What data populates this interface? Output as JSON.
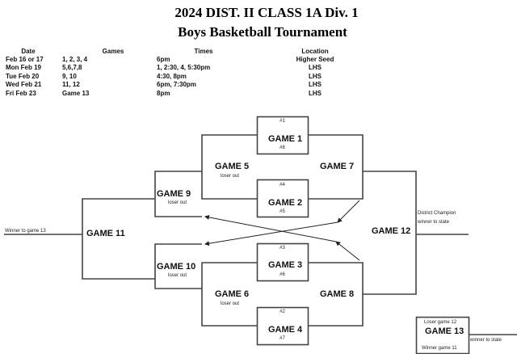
{
  "title": {
    "line1": "2024 DIST. II CLASS 1A Div. 1",
    "line2": "Boys Basketball Tournament"
  },
  "schedule": {
    "headers": {
      "date": "Date",
      "games": "Games",
      "times": "Times",
      "location": "Location"
    },
    "rows": [
      {
        "date": "Feb 16 or 17",
        "games": "1, 2, 3, 4",
        "times": "6pm",
        "location": "Higher Seed"
      },
      {
        "date": "Mon Feb 19",
        "games": "5,6,7,8",
        "times": "1, 2:30, 4, 5:30pm",
        "location": "LHS"
      },
      {
        "date": "Tue Feb 20",
        "games": "9, 10",
        "times": "4:30, 8pm",
        "location": "LHS"
      },
      {
        "date": "Wed Feb 21",
        "games": "11, 12",
        "times": "6pm, 7:30pm",
        "location": "LHS"
      },
      {
        "date": "Fri Feb 23",
        "games": "Game 13",
        "times": "8pm",
        "location": "LHS"
      }
    ]
  },
  "bracket": {
    "game1": {
      "label": "GAME 1",
      "seed_top": "#1",
      "seed_bottom": "#8"
    },
    "game2": {
      "label": "GAME 2",
      "seed_top": "#4",
      "seed_bottom": "#5"
    },
    "game3": {
      "label": "GAME 3",
      "seed_top": "#3",
      "seed_bottom": "#6"
    },
    "game4": {
      "label": "GAME 4",
      "seed_top": "#2",
      "seed_bottom": "#7"
    },
    "game5": {
      "label": "GAME 5",
      "note": "loser out"
    },
    "game6": {
      "label": "GAME 6",
      "note": "loser out"
    },
    "game7": {
      "label": "GAME 7"
    },
    "game8": {
      "label": "GAME 8"
    },
    "game9": {
      "label": "GAME 9",
      "note": "loser out"
    },
    "game10": {
      "label": "GAME 10",
      "note": "loser out"
    },
    "game11": {
      "label": "GAME 11",
      "note": "Winner to game 13"
    },
    "game12": {
      "label": "GAME 12",
      "note_line1": "District Champion",
      "note_line2": "winner to state"
    },
    "game13": {
      "label": "GAME 13",
      "top": "Loser game 12",
      "bottom": "Winner game 11",
      "note": "winner to state"
    }
  }
}
